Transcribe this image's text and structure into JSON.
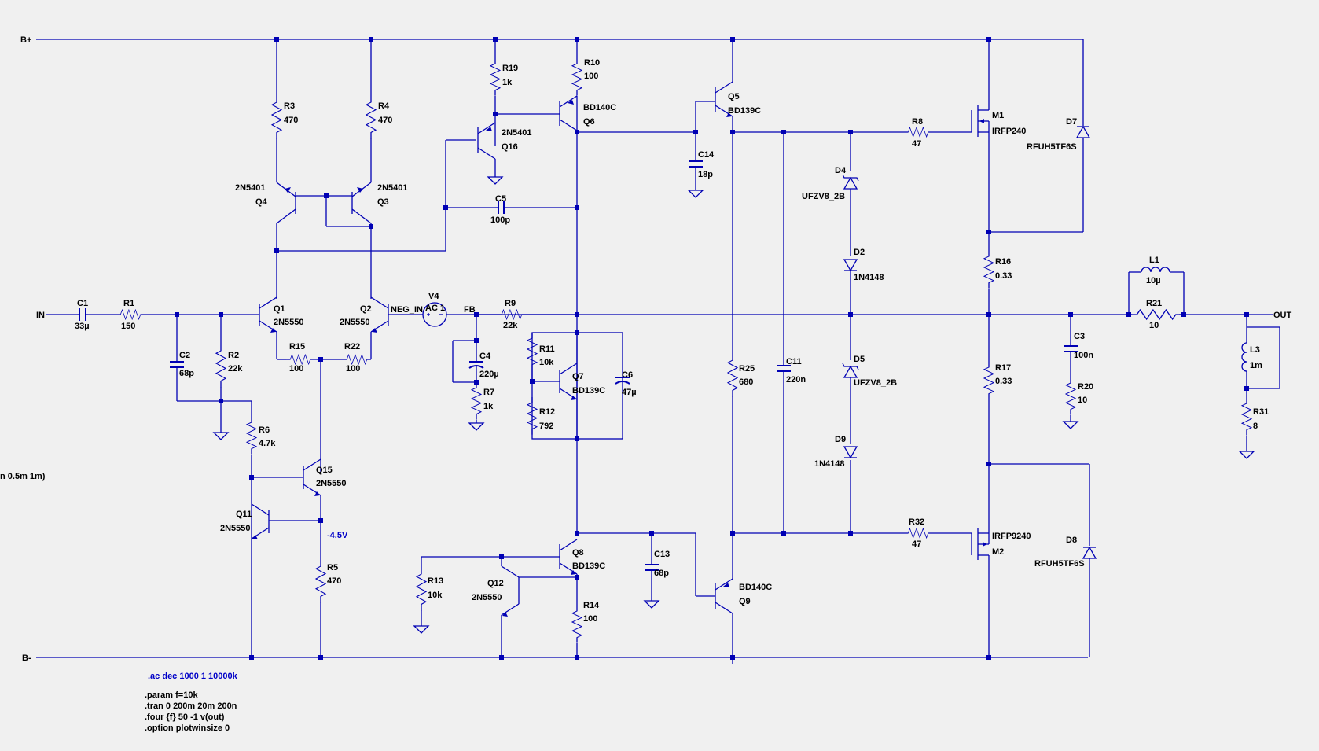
{
  "nets": {
    "bplus": "B+",
    "bminus": "B-",
    "in": "IN",
    "out": "OUT",
    "neg_in": "NEG_IN",
    "fb": "FB"
  },
  "components": {
    "c1": {
      "name": "C1",
      "value": "33µ"
    },
    "r1": {
      "name": "R1",
      "value": "150"
    },
    "c2": {
      "name": "C2",
      "value": "68p"
    },
    "r2": {
      "name": "R2",
      "value": "22k"
    },
    "r3": {
      "name": "R3",
      "value": "470"
    },
    "r4": {
      "name": "R4",
      "value": "470"
    },
    "q4": {
      "name": "Q4",
      "value": "2N5401"
    },
    "q3": {
      "name": "Q3",
      "value": "2N5401"
    },
    "q1": {
      "name": "Q1",
      "value": "2N5550"
    },
    "q2": {
      "name": "Q2",
      "value": "2N5550"
    },
    "r15": {
      "name": "R15",
      "value": "100"
    },
    "r22": {
      "name": "R22",
      "value": "100"
    },
    "r6": {
      "name": "R6",
      "value": "4.7k"
    },
    "q15": {
      "name": "Q15",
      "value": "2N5550"
    },
    "q11": {
      "name": "Q11",
      "value": "2N5550"
    },
    "r5": {
      "name": "R5",
      "value": "470"
    },
    "v4": {
      "name": "V4",
      "value": "AC 1"
    },
    "r19": {
      "name": "R19",
      "value": "1k"
    },
    "q16": {
      "name": "Q16",
      "value": "2N5401"
    },
    "r10": {
      "name": "R10",
      "value": "100"
    },
    "q6": {
      "name": "Q6",
      "value": "BD140C"
    },
    "c5": {
      "name": "C5",
      "value": "100p"
    },
    "r9": {
      "name": "R9",
      "value": "22k"
    },
    "c4": {
      "name": "C4",
      "value": "220µ"
    },
    "r7": {
      "name": "R7",
      "value": "1k"
    },
    "r11": {
      "name": "R11",
      "value": "10k"
    },
    "r12": {
      "name": "R12",
      "value": "792"
    },
    "q7": {
      "name": "Q7",
      "value": "BD139C"
    },
    "c6": {
      "name": "C6",
      "value": "47µ"
    },
    "q8": {
      "name": "Q8",
      "value": "BD139C"
    },
    "r13": {
      "name": "R13",
      "value": "10k"
    },
    "q12": {
      "name": "Q12",
      "value": "2N5550"
    },
    "r14": {
      "name": "R14",
      "value": "100"
    },
    "c13": {
      "name": "C13",
      "value": "68p"
    },
    "q5": {
      "name": "Q5",
      "value": "BD139C"
    },
    "c14": {
      "name": "C14",
      "value": "18p"
    },
    "r25": {
      "name": "R25",
      "value": "680"
    },
    "c11": {
      "name": "C11",
      "value": "220n"
    },
    "q9": {
      "name": "Q9",
      "value": "BD140C"
    },
    "d4": {
      "name": "D4",
      "value": "UFZV8_2B"
    },
    "d2": {
      "name": "D2",
      "value": "1N4148"
    },
    "d5": {
      "name": "D5",
      "value": "UFZV8_2B"
    },
    "d9": {
      "name": "D9",
      "value": "1N4148"
    },
    "r8": {
      "name": "R8",
      "value": "47"
    },
    "r32": {
      "name": "R32",
      "value": "47"
    },
    "m1": {
      "name": "M1",
      "value": "IRFP240"
    },
    "m2": {
      "name": "M2",
      "value": "IRFP9240"
    },
    "d7": {
      "name": "D7",
      "value": "RFUH5TF6S"
    },
    "d8": {
      "name": "D8",
      "value": "RFUH5TF6S"
    },
    "r16": {
      "name": "R16",
      "value": "0.33"
    },
    "r17": {
      "name": "R17",
      "value": "0.33"
    },
    "c3": {
      "name": "C3",
      "value": "100n"
    },
    "r20": {
      "name": "R20",
      "value": "10"
    },
    "l1": {
      "name": "L1",
      "value": "10µ"
    },
    "r21": {
      "name": "R21",
      "value": "10"
    },
    "l3": {
      "name": "L3",
      "value": "1m"
    },
    "r31": {
      "name": "R31",
      "value": "8"
    }
  },
  "voltage_label": "-4.5V",
  "clipped_directive": "n 0.5m 1m)",
  "directives": {
    "ac": ".ac dec 1000 1 10000k",
    "param": ".param f=10k",
    "tran": ".tran 0 200m 20m 200n",
    "four": ".four {f} 50 -1 v(out)",
    "option": ".option plotwinsize 0"
  }
}
